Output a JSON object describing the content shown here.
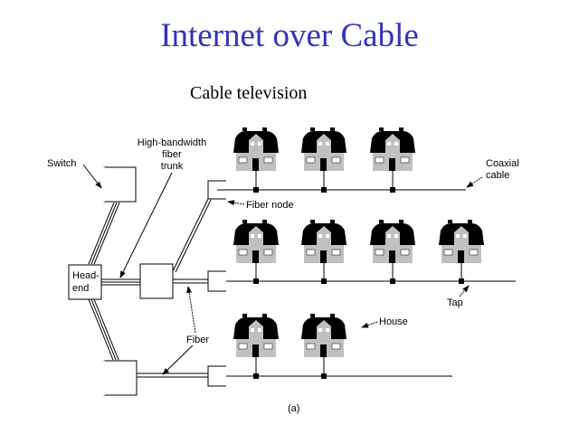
{
  "slide": {
    "title": "Internet over Cable",
    "subtitle": "Cable television"
  },
  "diagram": {
    "labels": {
      "switch": "Switch",
      "trunk_line1": "High-bandwidth",
      "trunk_line2": "fiber",
      "trunk_line3": "trunk",
      "headend_line1": "Head-",
      "headend_line2": "end",
      "fiber_node": "Fiber node",
      "coaxial_line1": "Coaxial",
      "coaxial_line2": "cable",
      "tap": "Tap",
      "house": "House",
      "fiber": "Fiber",
      "caption": "(a)"
    },
    "rows": [
      {
        "name": "row-1",
        "houses": 3
      },
      {
        "name": "row-2",
        "houses": 4
      },
      {
        "name": "row-3",
        "houses": 2
      }
    ]
  }
}
